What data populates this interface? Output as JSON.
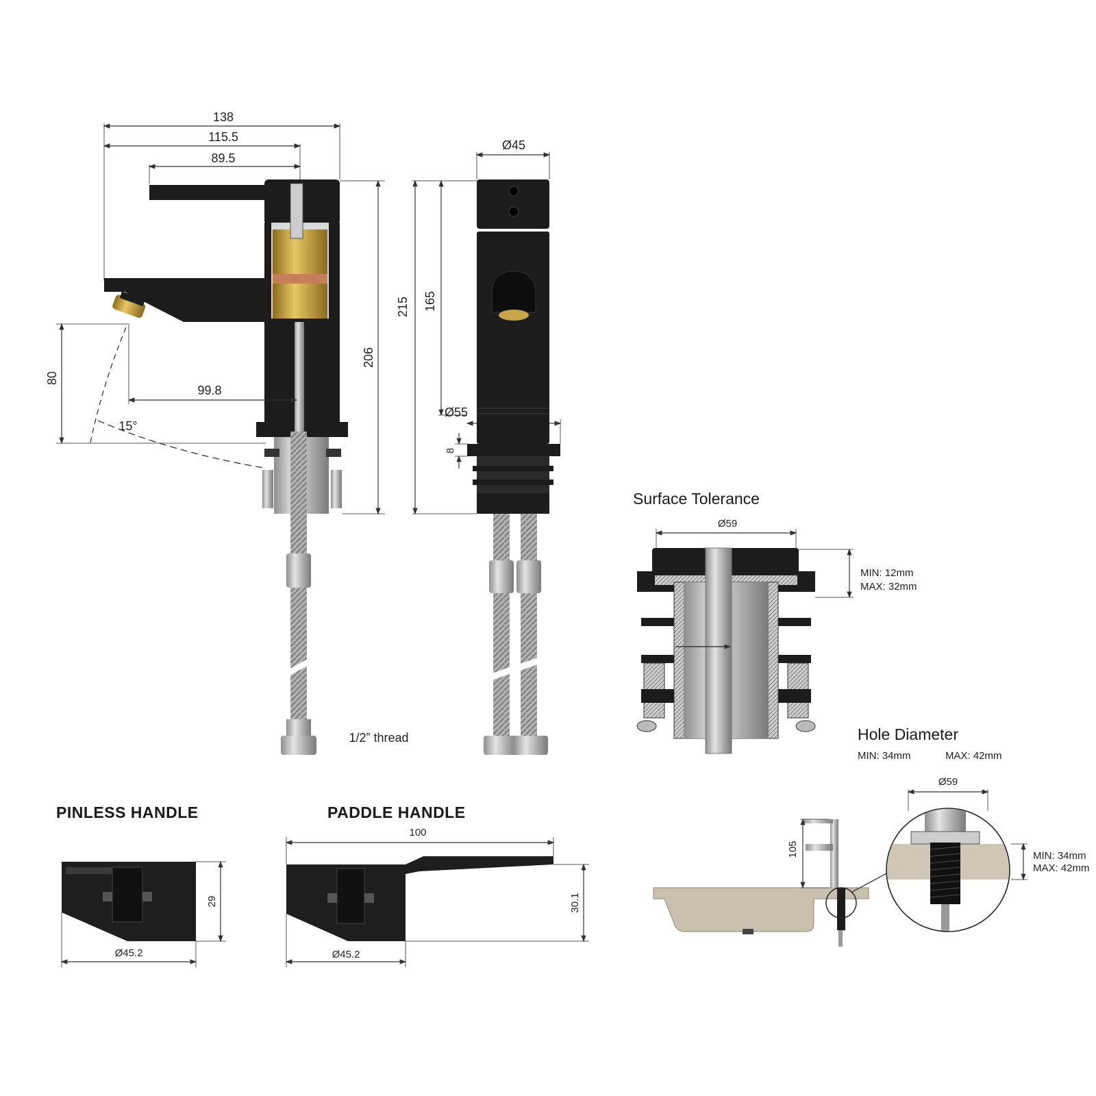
{
  "side_view": {
    "dim_138": "138",
    "dim_115_5": "115.5",
    "dim_89_5": "89.5",
    "dim_99_8": "99.8",
    "dim_80": "80",
    "angle_15": "15°",
    "dim_206": "206",
    "dim_215": "215",
    "thread_note": "1/2” thread"
  },
  "front_view": {
    "dim_dia45": "Ø45",
    "dim_165": "165",
    "dim_dia55": "Ø55",
    "dim_8": "8"
  },
  "surface_tolerance": {
    "title": "Surface Tolerance",
    "dim_dia59": "Ø59",
    "min": "MIN: 12mm",
    "max": "MAX: 32mm"
  },
  "hole_diameter": {
    "title": "Hole Diameter",
    "min": "MIN: 34mm",
    "max": "MAX: 42mm",
    "dim_dia59": "Ø59",
    "dim_105": "105",
    "detail_min": "MIN: 34mm",
    "detail_max": "MAX: 42mm"
  },
  "pinless_handle": {
    "title": "PINLESS HANDLE",
    "dim_29": "29",
    "dim_dia45_2": "Ø45.2"
  },
  "paddle_handle": {
    "title": "PADDLE HANDLE",
    "dim_100": "100",
    "dim_30_1": "30.1",
    "dim_dia45_2": "Ø45.2"
  },
  "colors": {
    "finish": "#1c1c1c",
    "brass": "#c9a54a",
    "steel": "#b9b9b9",
    "basin": "#c9c0b0"
  }
}
